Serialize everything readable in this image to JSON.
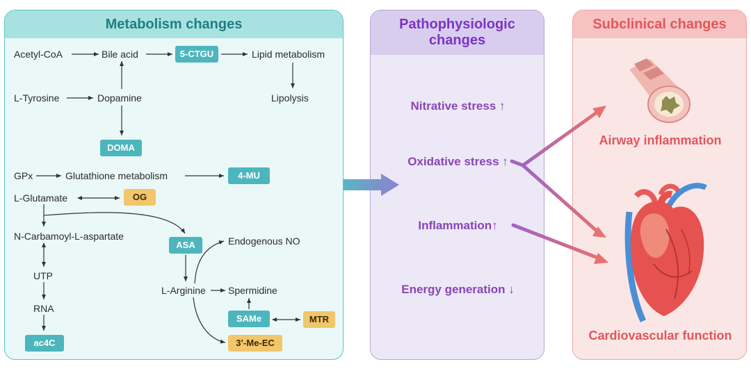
{
  "metabolism": {
    "title": "Metabolism changes",
    "acetyl_coa": "Acetyl-CoA",
    "bile_acid": "Bile acid",
    "ctgu": "5-CTGU",
    "lipid_metabolism": "Lipid metabolism",
    "lipolysis": "Lipolysis",
    "l_tyrosine": "L-Tyrosine",
    "dopamine": "Dopamine",
    "doma": "DOMA",
    "gpx": "GPx",
    "glutathione": "Glutathione metabolism",
    "mu": "4-MU",
    "l_glutamate": "L-Glutamate",
    "og": "OG",
    "n_carbamoyl": "N-Carbamoyl-L-aspartate",
    "asa": "ASA",
    "endogenous_no": "Endogenous NO",
    "utp": "UTP",
    "rna": "RNA",
    "ac4c": "ac4C",
    "l_arginine": "L-Arginine",
    "spermidine": "Spermidine",
    "same": "SAMe",
    "mtr": "MTR",
    "me_ec": "3’-Me-EC"
  },
  "pathophysiologic": {
    "title_line1": "Pathophysiologic",
    "title_line2": "changes",
    "items": [
      {
        "label": "Nitrative stress",
        "arrow": "↑"
      },
      {
        "label": "Oxidative stress",
        "arrow": "↑"
      },
      {
        "label": "Inflammation",
        "arrow": "↑"
      },
      {
        "label": "Energy generation",
        "arrow": "↓"
      }
    ]
  },
  "subclinical": {
    "title": "Subclinical changes",
    "airway": "Airway inflammation",
    "cardio": "Cardiovascular function"
  },
  "colors": {
    "teal": "#4db6bd",
    "gold": "#f2c66b",
    "purple": "#8a45b8",
    "red": "#e0575b"
  }
}
